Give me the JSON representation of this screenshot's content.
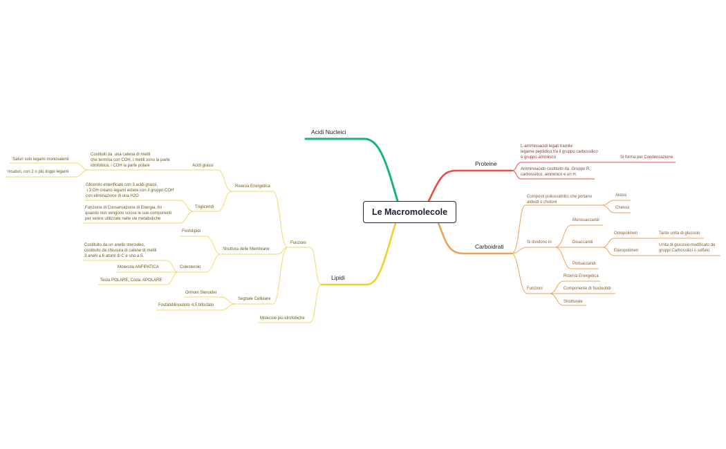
{
  "root": {
    "label": "Le Macromolecole"
  },
  "colors": {
    "acidi_nucleici": "#16b37a",
    "proteine": "#ee4b3e",
    "carboidrati": "#f3a053",
    "lipidi": "#f0cf2e",
    "lipidi_light": "#f2d86a",
    "root_border": "#1f2240"
  },
  "branches": {
    "acidi_nucleici": {
      "label": "Acidi Nucleici"
    },
    "proteine": {
      "label": "Proteine",
      "children": [
        {
          "label": "L-amminoacidi legati tramite\nlegame peptidico tra il gruppo carbossilico\ne gruppo amminico",
          "children": [
            {
              "label": "Si forma per Condensazione"
            }
          ]
        },
        {
          "label": "Amminoacido costituito da  Gruppo R,\ncarbossilico, amminico e un H."
        }
      ]
    },
    "carboidrati": {
      "label": "Carboidrati",
      "children": [
        {
          "label": "Composti poliossidrilici che portano\naldeidi o chetoni",
          "children": [
            {
              "label": "Aldosi"
            },
            {
              "label": "Chetosi"
            }
          ]
        },
        {
          "label": "Si dividono in",
          "children": [
            {
              "label": "Monosaccaridi"
            },
            {
              "label": "Disaccaridi",
              "children": [
                {
                  "label": "Omopolimeri",
                  "children": [
                    {
                      "label": "Tante unita di glucosio"
                    }
                  ]
                },
                {
                  "label": "Eteropolimeri",
                  "children": [
                    {
                      "label": "Unita di glucosio modificato da\ngruppi Carbossilici o solfato"
                    }
                  ]
                }
              ]
            },
            {
              "label": "Polisaccaridi"
            }
          ]
        },
        {
          "label": "Funzioni",
          "children": [
            {
              "label": "Riserva Energetica"
            },
            {
              "label": "Componente di Nucleotidi"
            },
            {
              "label": "Strutturale"
            }
          ]
        }
      ]
    },
    "lipidi": {
      "label": "Lipidi",
      "children": [
        {
          "label": "Funzioni",
          "children": [
            {
              "label": "Riserva Energetica",
              "children": [
                {
                  "label": "Acidi grassi",
                  "children": [
                    {
                      "label": "Costituiti da  una catena di metili\nche termina con COH. I metili sono la parte\nidrofobica, i COH la parte polare",
                      "children": [
                        {
                          "label": "Saturi solo legami monovalenti"
                        },
                        {
                          "label": "Insaturi, con 2 o più doppi legami"
                        }
                      ]
                    }
                  ]
                },
                {
                  "label": "Trigliceridi",
                  "children": [
                    {
                      "label": "Glicerolo esterificato con 3 acidi grassi,\n i 3 OH creano legami estere con il gruppo COH\ncon eliminazione di una H2O"
                    },
                    {
                      "label": "Funzione di Conservazione di Energia, fin\nquando non vengono scisse le sue componenti\nper venire utilizzate nelle vie metaboliche"
                    }
                  ]
                }
              ]
            },
            {
              "label": "Struttura delle Membrane",
              "children": [
                {
                  "label": "Fosfolipidi"
                },
                {
                  "label": "Colesterolo",
                  "children": [
                    {
                      "label": "Costituito da un anello steroideo,\ncostituito da chiusura di catene di metili\n3 anelli a 6 atomi di C e uno a 5."
                    },
                    {
                      "label": "Molecola ANFIPATICA"
                    },
                    {
                      "label": "Testa POLARE, Coda  APOLARE"
                    }
                  ]
                }
              ]
            },
            {
              "label": "Segnale Cellulare",
              "children": [
                {
                  "label": "Ormoni Steroidei"
                },
                {
                  "label": "Fosfatidilinositolo 4,5 bifosfato"
                }
              ]
            }
          ]
        },
        {
          "label": "Molecole più idrofobiche"
        }
      ]
    }
  }
}
